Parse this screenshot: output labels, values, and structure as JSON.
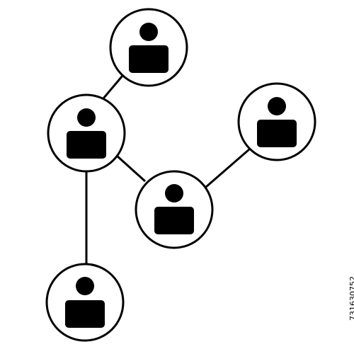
{
  "diagram": {
    "type": "network",
    "nodes": [
      {
        "id": "n1",
        "icon": "person-icon"
      },
      {
        "id": "n2",
        "icon": "person-icon"
      },
      {
        "id": "n3",
        "icon": "person-icon"
      },
      {
        "id": "n4",
        "icon": "person-icon"
      },
      {
        "id": "n5",
        "icon": "person-icon"
      }
    ],
    "edges": [
      {
        "from": "n1",
        "to": "n2"
      },
      {
        "from": "n2",
        "to": "n3"
      },
      {
        "from": "n3",
        "to": "n4"
      },
      {
        "from": "n2",
        "to": "n5"
      }
    ],
    "colors": {
      "stroke": "#000000",
      "fill": "#ffffff",
      "icon": "#000000"
    }
  },
  "watermark": {
    "id_text": "731630752"
  }
}
